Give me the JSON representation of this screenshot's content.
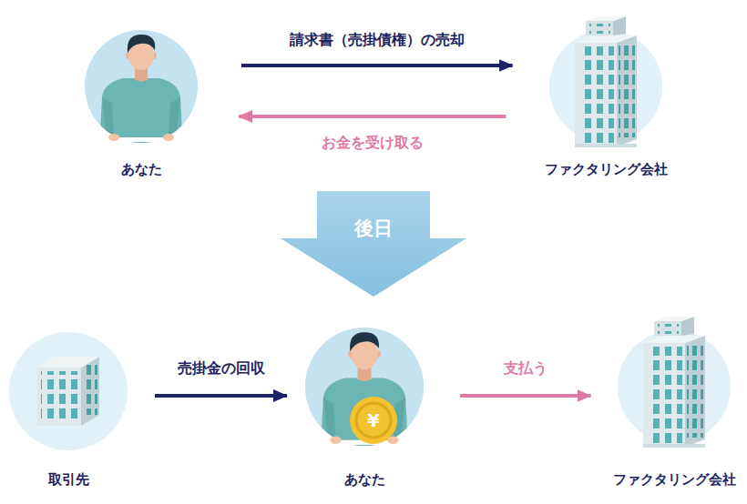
{
  "diagram": {
    "nodes": [
      {
        "text": [
          "あなた"
        ]
      },
      {
        "text": [
          "ファクタリング会社"
        ]
      },
      {
        "text": [
          "取引先"
        ]
      },
      {
        "text": [
          "あなた"
        ]
      },
      {
        "text": [
          "ファクタリング会社"
        ]
      }
    ],
    "edges": [
      {
        "from": 0,
        "to": 1,
        "label": "請求書（売掛債権）の売却",
        "arrow": "to"
      },
      {
        "from": 1,
        "to": 0,
        "label": "お金を受け取る",
        "arrow": "to"
      },
      {
        "from": 2,
        "to": 3,
        "label": "売掛金の回収",
        "arrow": "to"
      },
      {
        "from": 3,
        "to": 4,
        "label": "支払う",
        "arrow": "to"
      }
    ],
    "labels": [
      "後日",
      "¥"
    ]
  }
}
